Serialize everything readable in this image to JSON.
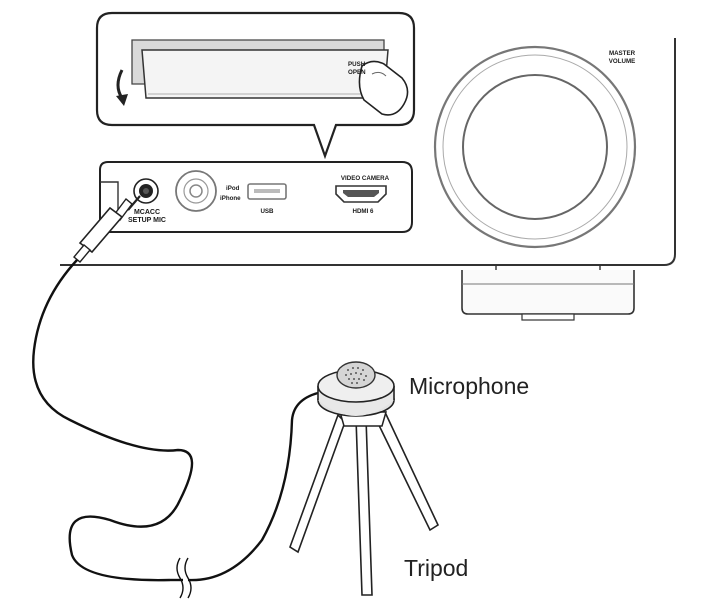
{
  "receiver": {
    "volume_label_line1": "MASTER",
    "volume_label_line2": "VOLUME",
    "door_label_line1": "PUSH",
    "door_label_line2": "OPEN"
  },
  "front_panel": {
    "mic_jack_label_line1": "MCACC",
    "mic_jack_label_line2": "SETUP MIC",
    "ipod_label_line1": "iPod",
    "ipod_label_line2": "iPhone",
    "usb_label": "USB",
    "hdmi_label_top": "VIDEO CAMERA",
    "hdmi_label_bottom": "HDMI 6"
  },
  "callouts": {
    "microphone": "Microphone",
    "tripod": "Tripod"
  }
}
